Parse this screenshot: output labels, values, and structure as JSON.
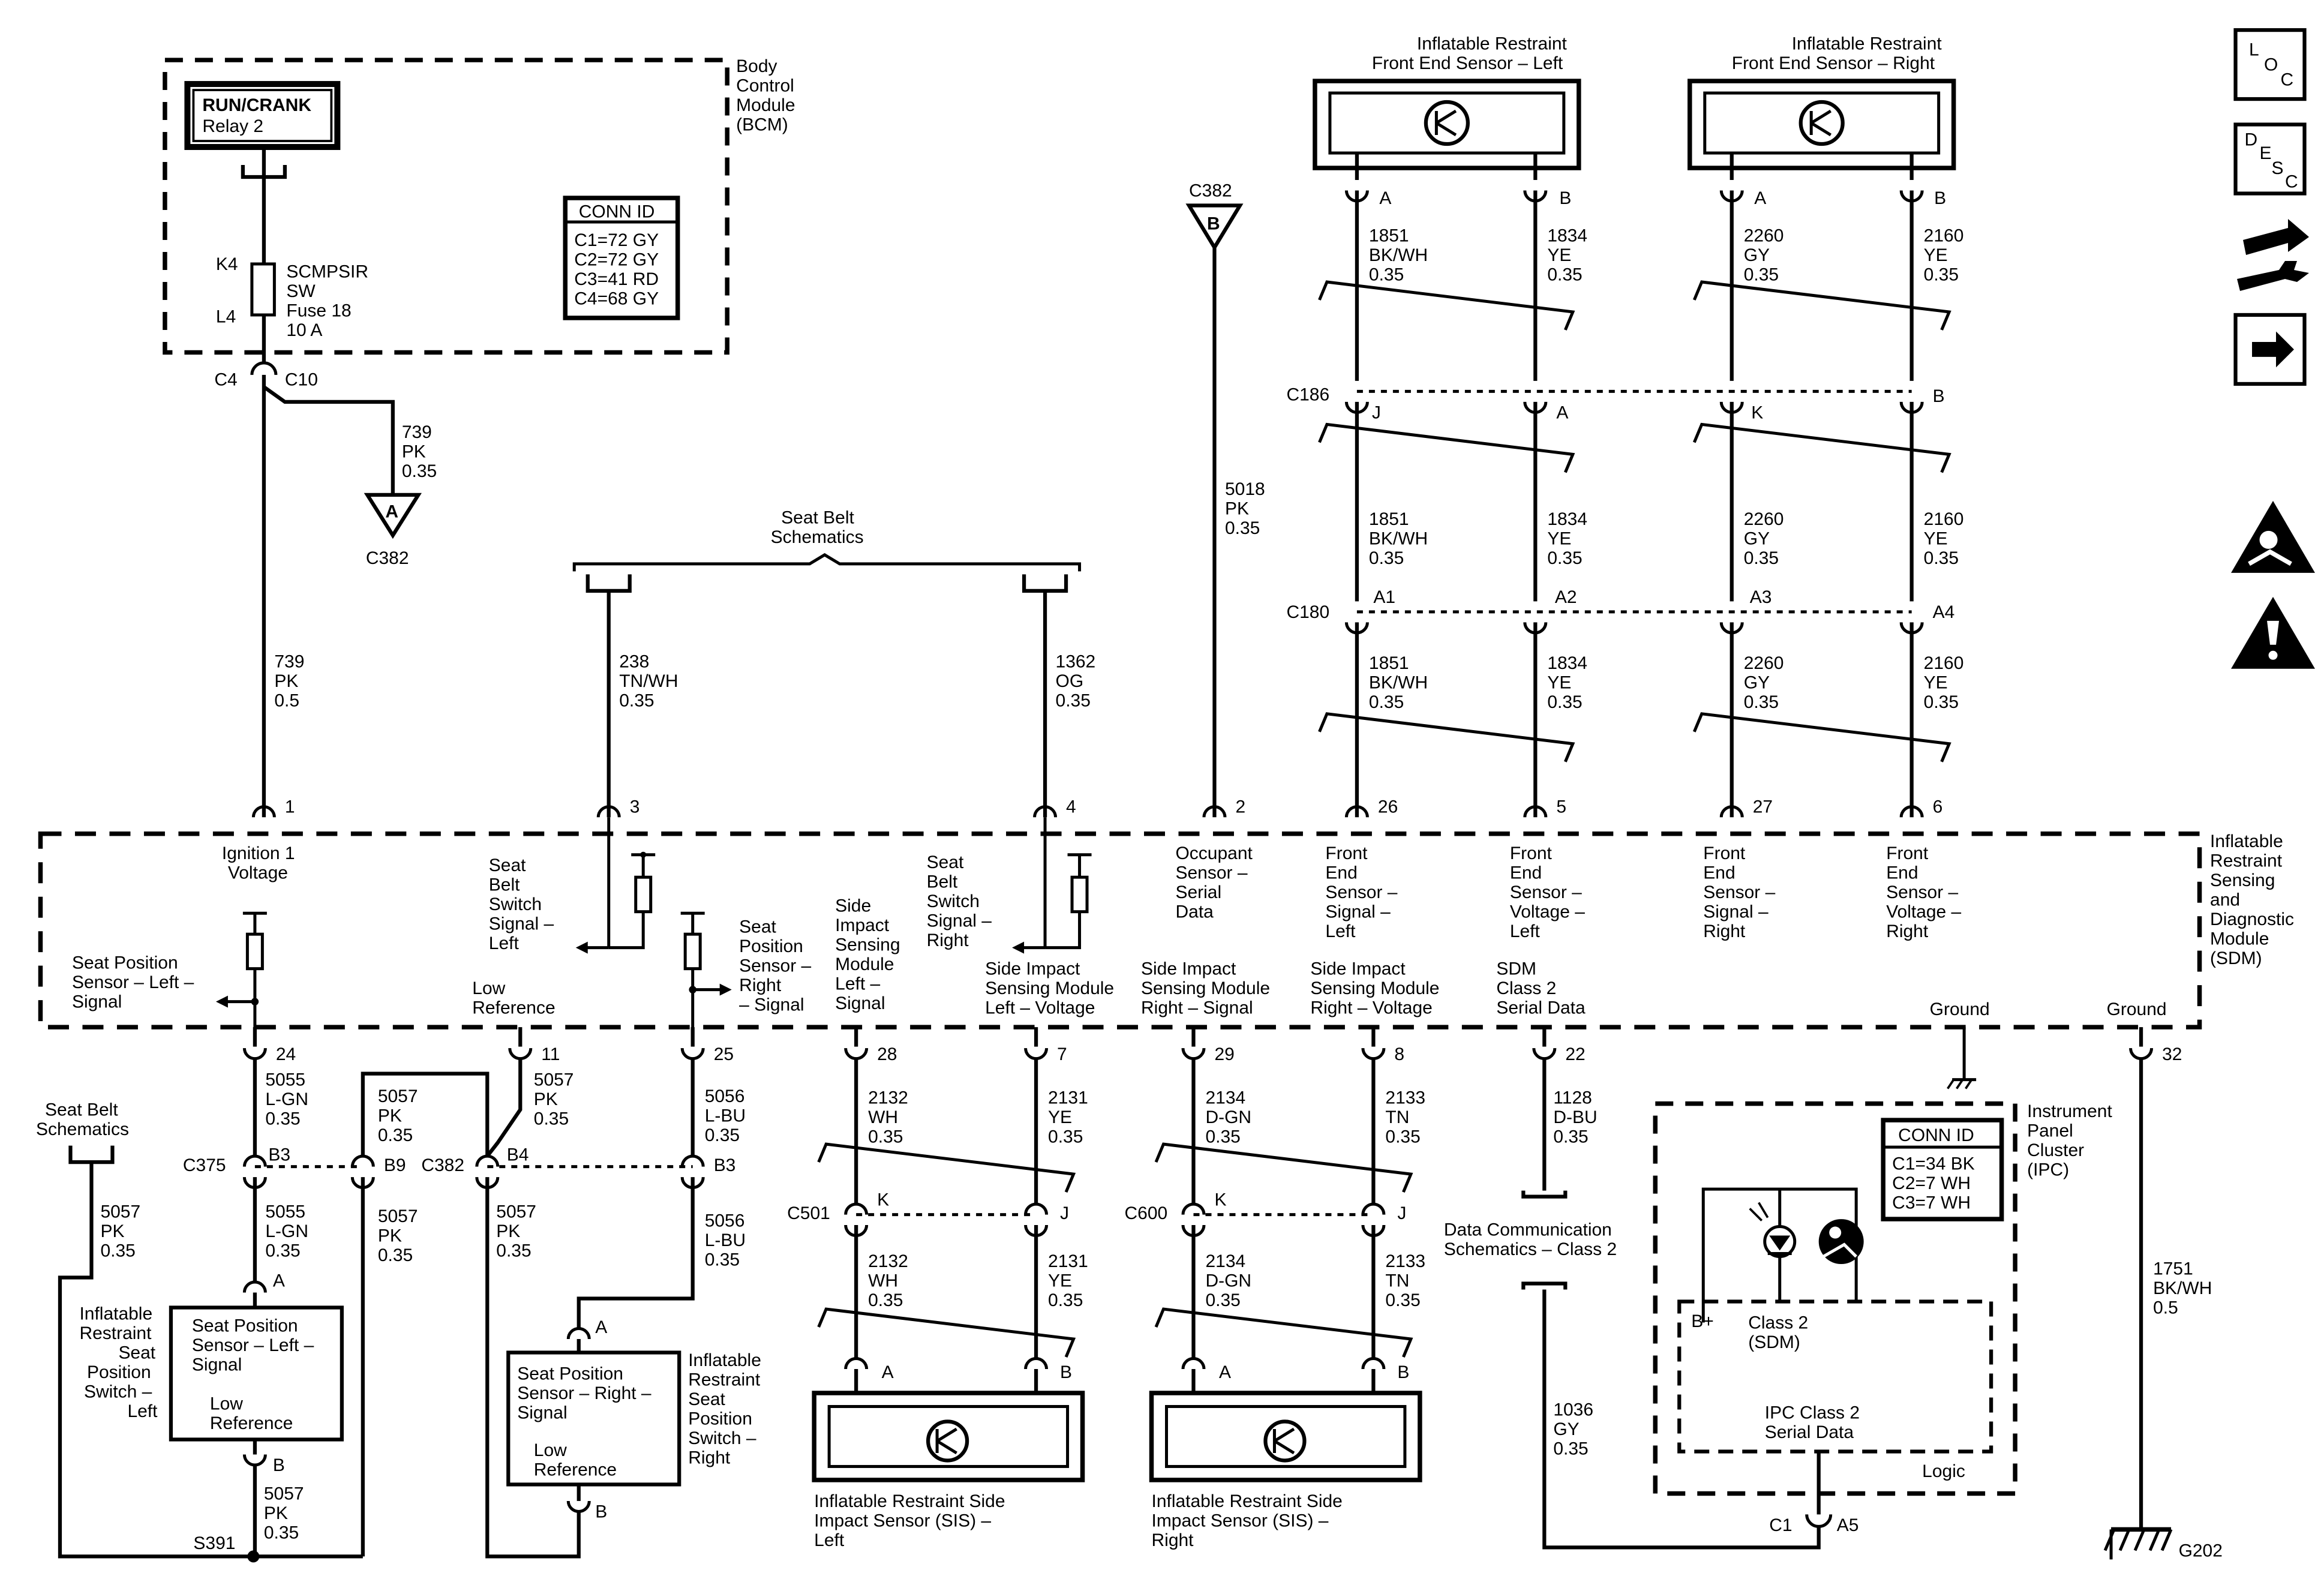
{
  "bcm": {
    "relay": [
      "RUN/CRANK",
      "Relay 2"
    ],
    "label": [
      "Body",
      "Control",
      "Module",
      "(BCM)"
    ],
    "fuse_pins": [
      "K4",
      "L4"
    ],
    "fuse": [
      "SCMPSIR",
      "SW",
      "Fuse 18",
      "10 A"
    ],
    "conn_title": "CONN ID",
    "conn": [
      "C1=72 GY",
      "C2=72 GY",
      "C3=41 RD",
      "C4=68 GY"
    ]
  },
  "c4": "C4",
  "c10": "C10",
  "wire_739_branch": [
    "739",
    "PK",
    "0.35"
  ],
  "c382_a": {
    "letter": "A",
    "label": "C382"
  },
  "c382_b": {
    "letter": "B",
    "label": "C382"
  },
  "wire_739_main": [
    "739",
    "PK",
    "0.5"
  ],
  "seatbelt_top": [
    "Seat Belt",
    "Schematics"
  ],
  "wire_238": [
    "238",
    "TN/WH",
    "0.35"
  ],
  "wire_1362": [
    "1362",
    "OG",
    "0.35"
  ],
  "wire_5018": [
    "5018",
    "PK",
    "0.35"
  ],
  "front_left": {
    "title": [
      "Inflatable Restraint",
      "Front End Sensor – Left"
    ],
    "pin_a": "A",
    "pin_b": "B"
  },
  "front_right": {
    "title": [
      "Inflatable Restraint",
      "Front End Sensor – Right"
    ],
    "pin_a": "A",
    "pin_b": "B"
  },
  "wires_front": [
    [
      "1851",
      "BK/WH",
      "0.35"
    ],
    [
      "1834",
      "YE",
      "0.35"
    ],
    [
      "2260",
      "GY",
      "0.35"
    ],
    [
      "2160",
      "YE",
      "0.35"
    ]
  ],
  "c186": {
    "label": "C186",
    "pins": [
      "J",
      "A",
      "K",
      "B"
    ]
  },
  "c180": {
    "label": "C180",
    "pins": [
      "A1",
      "A2",
      "A3",
      "A4"
    ]
  },
  "sdm_top_pins": [
    "1",
    "3",
    "4",
    "2",
    "26",
    "5",
    "27",
    "6"
  ],
  "sdm": {
    "label": [
      "Inflatable",
      "Restraint",
      "Sensing",
      "and",
      "Diagnostic",
      "Module",
      "(SDM)"
    ],
    "ign": [
      "Ignition 1",
      "Voltage"
    ],
    "sbs_left": [
      "Seat",
      "Belt",
      "Switch",
      "Signal –",
      "Left"
    ],
    "sbs_right": [
      "Seat",
      "Belt",
      "Switch",
      "Signal –",
      "Right"
    ],
    "occ": [
      "Occupant",
      "Sensor –",
      "Serial",
      "Data"
    ],
    "fe_sig_l": [
      "Front",
      "End",
      "Sensor –",
      "Signal –",
      "Left"
    ],
    "fe_volt_l": [
      "Front",
      "End",
      "Sensor –",
      "Voltage –",
      "Left"
    ],
    "fe_sig_r": [
      "Front",
      "End",
      "Sensor –",
      "Signal –",
      "Right"
    ],
    "fe_volt_r": [
      "Front",
      "End",
      "Sensor –",
      "Voltage –",
      "Right"
    ],
    "sps_left": [
      "Seat Position",
      "Sensor – Left –",
      "Signal"
    ],
    "low_ref": [
      "Low",
      "Reference"
    ],
    "sps_right": [
      "Seat",
      "Position",
      "Sensor –",
      "Right",
      "– Signal"
    ],
    "sis_left_sig": [
      "Side",
      "Impact",
      "Sensing",
      "Module",
      "Left –",
      "Signal"
    ],
    "sis_left_volt": [
      "Side Impact",
      "Sensing Module",
      "Left – Voltage"
    ],
    "sis_right_sig": [
      "Side Impact",
      "Sensing Module",
      "Right – Signal"
    ],
    "sis_right_volt": [
      "Side Impact",
      "Sensing Module",
      "Right – Voltage"
    ],
    "class2": [
      "SDM",
      "Class 2",
      "Serial Data"
    ],
    "ground1": "Ground",
    "ground2": "Ground"
  },
  "sdm_bottom_pins": [
    "24",
    "11",
    "25",
    "28",
    "7",
    "29",
    "8",
    "22",
    "32"
  ],
  "wire_5055": [
    "5055",
    "L-GN",
    "0.35"
  ],
  "wire_5057": [
    "5057",
    "PK",
    "0.35"
  ],
  "wire_5056": [
    "5056",
    "L-BU",
    "0.35"
  ],
  "c375": {
    "label": "C375",
    "pins": [
      "B3",
      "B9"
    ]
  },
  "c382_mid": {
    "label": "C382",
    "pins": [
      "B4",
      "B3"
    ]
  },
  "seatbelt_left": [
    "Seat Belt",
    "Schematics"
  ],
  "sps_left_switch": {
    "label": [
      "Inflatable",
      "Restraint",
      "Seat",
      "Position",
      "Switch –",
      "Left"
    ],
    "box": [
      "Seat Position",
      "Sensor – Left –",
      "Signal"
    ],
    "low": [
      "Low",
      "Reference"
    ],
    "pin_a": "A",
    "pin_b": "B"
  },
  "sps_right_switch": {
    "label": [
      "Inflatable",
      "Restraint",
      "Seat",
      "Position",
      "Switch –",
      "Right"
    ],
    "box": [
      "Seat Position",
      "Sensor – Right –",
      "Signal"
    ],
    "low": [
      "Low",
      "Reference"
    ],
    "pin_a": "A",
    "pin_b": "B"
  },
  "s391": "S391",
  "wire_2132": [
    "2132",
    "WH",
    "0.35"
  ],
  "wire_2131": [
    "2131",
    "YE",
    "0.35"
  ],
  "wire_2134": [
    "2134",
    "D-GN",
    "0.35"
  ],
  "wire_2133": [
    "2133",
    "TN",
    "0.35"
  ],
  "c501": {
    "label": "C501",
    "pins": [
      "K",
      "J"
    ]
  },
  "c600": {
    "label": "C600",
    "pins": [
      "K",
      "J"
    ]
  },
  "sis_left": {
    "title": [
      "Inflatable Restraint Side",
      "Impact Sensor (SIS) –",
      "Left"
    ],
    "pin_a": "A",
    "pin_b": "B"
  },
  "sis_right": {
    "title": [
      "Inflatable Restraint Side",
      "Impact Sensor (SIS) –",
      "Right"
    ],
    "pin_a": "A",
    "pin_b": "B"
  },
  "wire_1128": [
    "1128",
    "D-BU",
    "0.35"
  ],
  "data_comm": [
    "Data Communication",
    "Schematics – Class 2"
  ],
  "wire_1036": [
    "1036",
    "GY",
    "0.35"
  ],
  "ipc": {
    "label": [
      "Instrument",
      "Panel",
      "Cluster",
      "(IPC)"
    ],
    "conn_title": "CONN ID",
    "conn": [
      "C1=34 BK",
      "C2=7 WH",
      "C3=7 WH"
    ],
    "bplus": "B+",
    "class2": [
      "Class 2",
      "(SDM)"
    ],
    "serial": [
      "IPC Class 2",
      "Serial Data"
    ],
    "logic": "Logic",
    "c1": "C1",
    "a5": "A5"
  },
  "wire_1751": [
    "1751",
    "BK/WH",
    "0.5"
  ],
  "g202": "G202",
  "side_icons": {
    "loc": [
      "L",
      "O",
      "C"
    ],
    "desc": [
      "D",
      "E",
      "S",
      "C"
    ]
  }
}
